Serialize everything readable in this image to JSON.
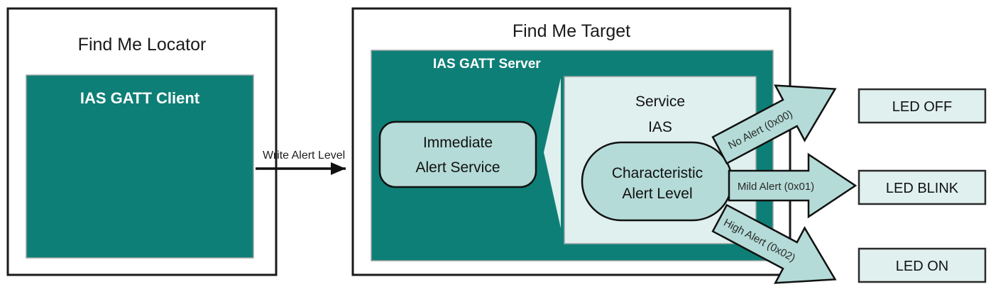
{
  "diagram": {
    "title_locator": "Find Me Locator",
    "title_target": "Find Me Target",
    "client_box_label": "IAS GATT Client",
    "server_box_label": "IAS GATT Server",
    "immediate_alert_service": {
      "line1": "Immediate",
      "line2": "Alert Service"
    },
    "service_panel": {
      "line1": "Service",
      "line2": "IAS"
    },
    "characteristic": {
      "line1": "Characteristic",
      "line2": "Alert Level"
    },
    "write_arrow_label": "Write Alert Level",
    "flows": [
      {
        "label": "No Alert (0x00)",
        "target": "LED OFF"
      },
      {
        "label": "Mild Alert (0x01)",
        "target": "LED BLINK"
      },
      {
        "label": "High Alert (0x02)",
        "target": "LED ON"
      }
    ],
    "leds": [
      {
        "label": "LED OFF"
      },
      {
        "label": "LED BLINK"
      },
      {
        "label": "LED ON"
      }
    ],
    "colors": {
      "teal": "#0E7F76",
      "pale_teal": "#B4DBD7",
      "very_pale_teal": "#DFF0EE",
      "outline": "#1a1a1a",
      "white": "#ffffff"
    }
  }
}
